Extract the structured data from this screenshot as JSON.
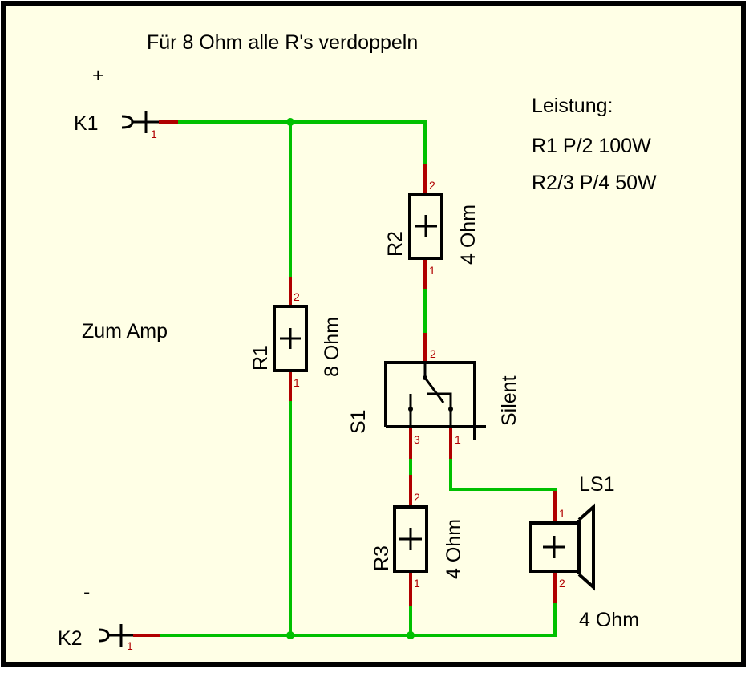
{
  "title_note": "Für 8 Ohm alle R's verdoppeln",
  "colors": {
    "background": "#ffffe6",
    "wire": "#00c000",
    "pin_lead": "#b00000",
    "symbol": "#000000",
    "border": "#000000"
  },
  "power_note": {
    "heading": "Leistung:",
    "lines": [
      "R1 P/2  100W",
      "R2/3 P/4  50W"
    ]
  },
  "input_label": "Zum Amp",
  "connectors": [
    {
      "ref": "K1",
      "polarity": "+",
      "pin": "1"
    },
    {
      "ref": "K2",
      "polarity": "-",
      "pin": "1"
    }
  ],
  "resistors": [
    {
      "ref": "R1",
      "value": "8 Ohm",
      "pin_top": "2",
      "pin_bottom": "1"
    },
    {
      "ref": "R2",
      "value": "4 Ohm",
      "pin_top": "2",
      "pin_bottom": "1"
    },
    {
      "ref": "R3",
      "value": "4 Ohm",
      "pin_top": "2",
      "pin_bottom": "1"
    }
  ],
  "switch": {
    "ref": "S1",
    "label": "Silent",
    "pins": [
      "2",
      "3",
      "1"
    ]
  },
  "speaker": {
    "ref": "LS1",
    "value": "4 Ohm",
    "pin_top": "1",
    "pin_bottom": "2"
  }
}
